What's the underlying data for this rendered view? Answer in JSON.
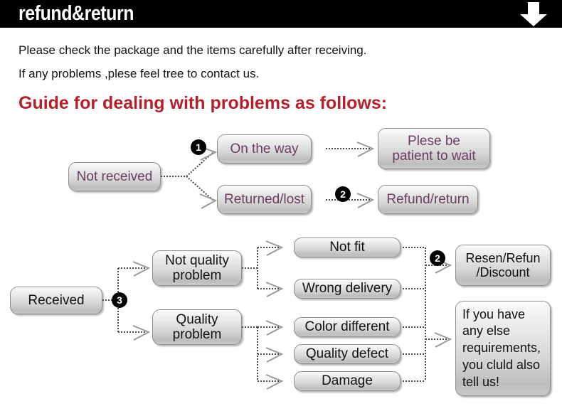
{
  "header": {
    "title": "refund&return",
    "arrow_icon": "down-arrow-icon",
    "background": "#000000",
    "text_color": "#ffffff"
  },
  "intro": {
    "line1": "Please check the package and the items carefully after receiving.",
    "line2": "If any problems ,plese feel tree to contact us."
  },
  "guide_heading": {
    "text": "Guide for dealing with problems as follows:",
    "color": "#b5202a"
  },
  "badges": {
    "one": "❶",
    "two": "❷",
    "three": "❸",
    "color": "#000000"
  },
  "flow_top": {
    "source": "Not received",
    "branches": [
      {
        "state": "On the way",
        "outcome": "Plese be\npatient to wait"
      },
      {
        "state": "Returned/lost",
        "outcome": "Refund/return"
      }
    ],
    "node_text_color": "#6d3b63"
  },
  "flow_bottom": {
    "source": "Received",
    "categories": [
      {
        "label": "Not quality\nproblem",
        "issues": [
          "Not fit",
          "Wrong delivery"
        ]
      },
      {
        "label": "Quality\nproblem",
        "issues": [
          "Color different",
          "Quality defect",
          "Damage"
        ]
      }
    ],
    "outcomes": [
      "Resen/Refun\n/Discount",
      "If you have\nany else\nrequirements,\nyou cluld also\ntell us!"
    ],
    "node_text_color": "#111111"
  },
  "nodes": {
    "not_received": "Not received",
    "on_the_way": "On the way",
    "returned_lost": "Returned/lost",
    "plese_be_patient": "Plese be\npatient to wait",
    "refund_return": "Refund/return",
    "received": "Received",
    "not_quality_problem": "Not quality\nproblem",
    "quality_problem": "Quality\nproblem",
    "not_fit": "Not fit",
    "wrong_delivery": "Wrong delivery",
    "color_different": "Color different",
    "quality_defect": "Quality defect",
    "damage": "Damage",
    "resend_refund_discount": "Resen/Refun\n/Discount",
    "if_you_have": "If you have\nany else\nrequirements,\nyou cluld also\ntell us!"
  }
}
